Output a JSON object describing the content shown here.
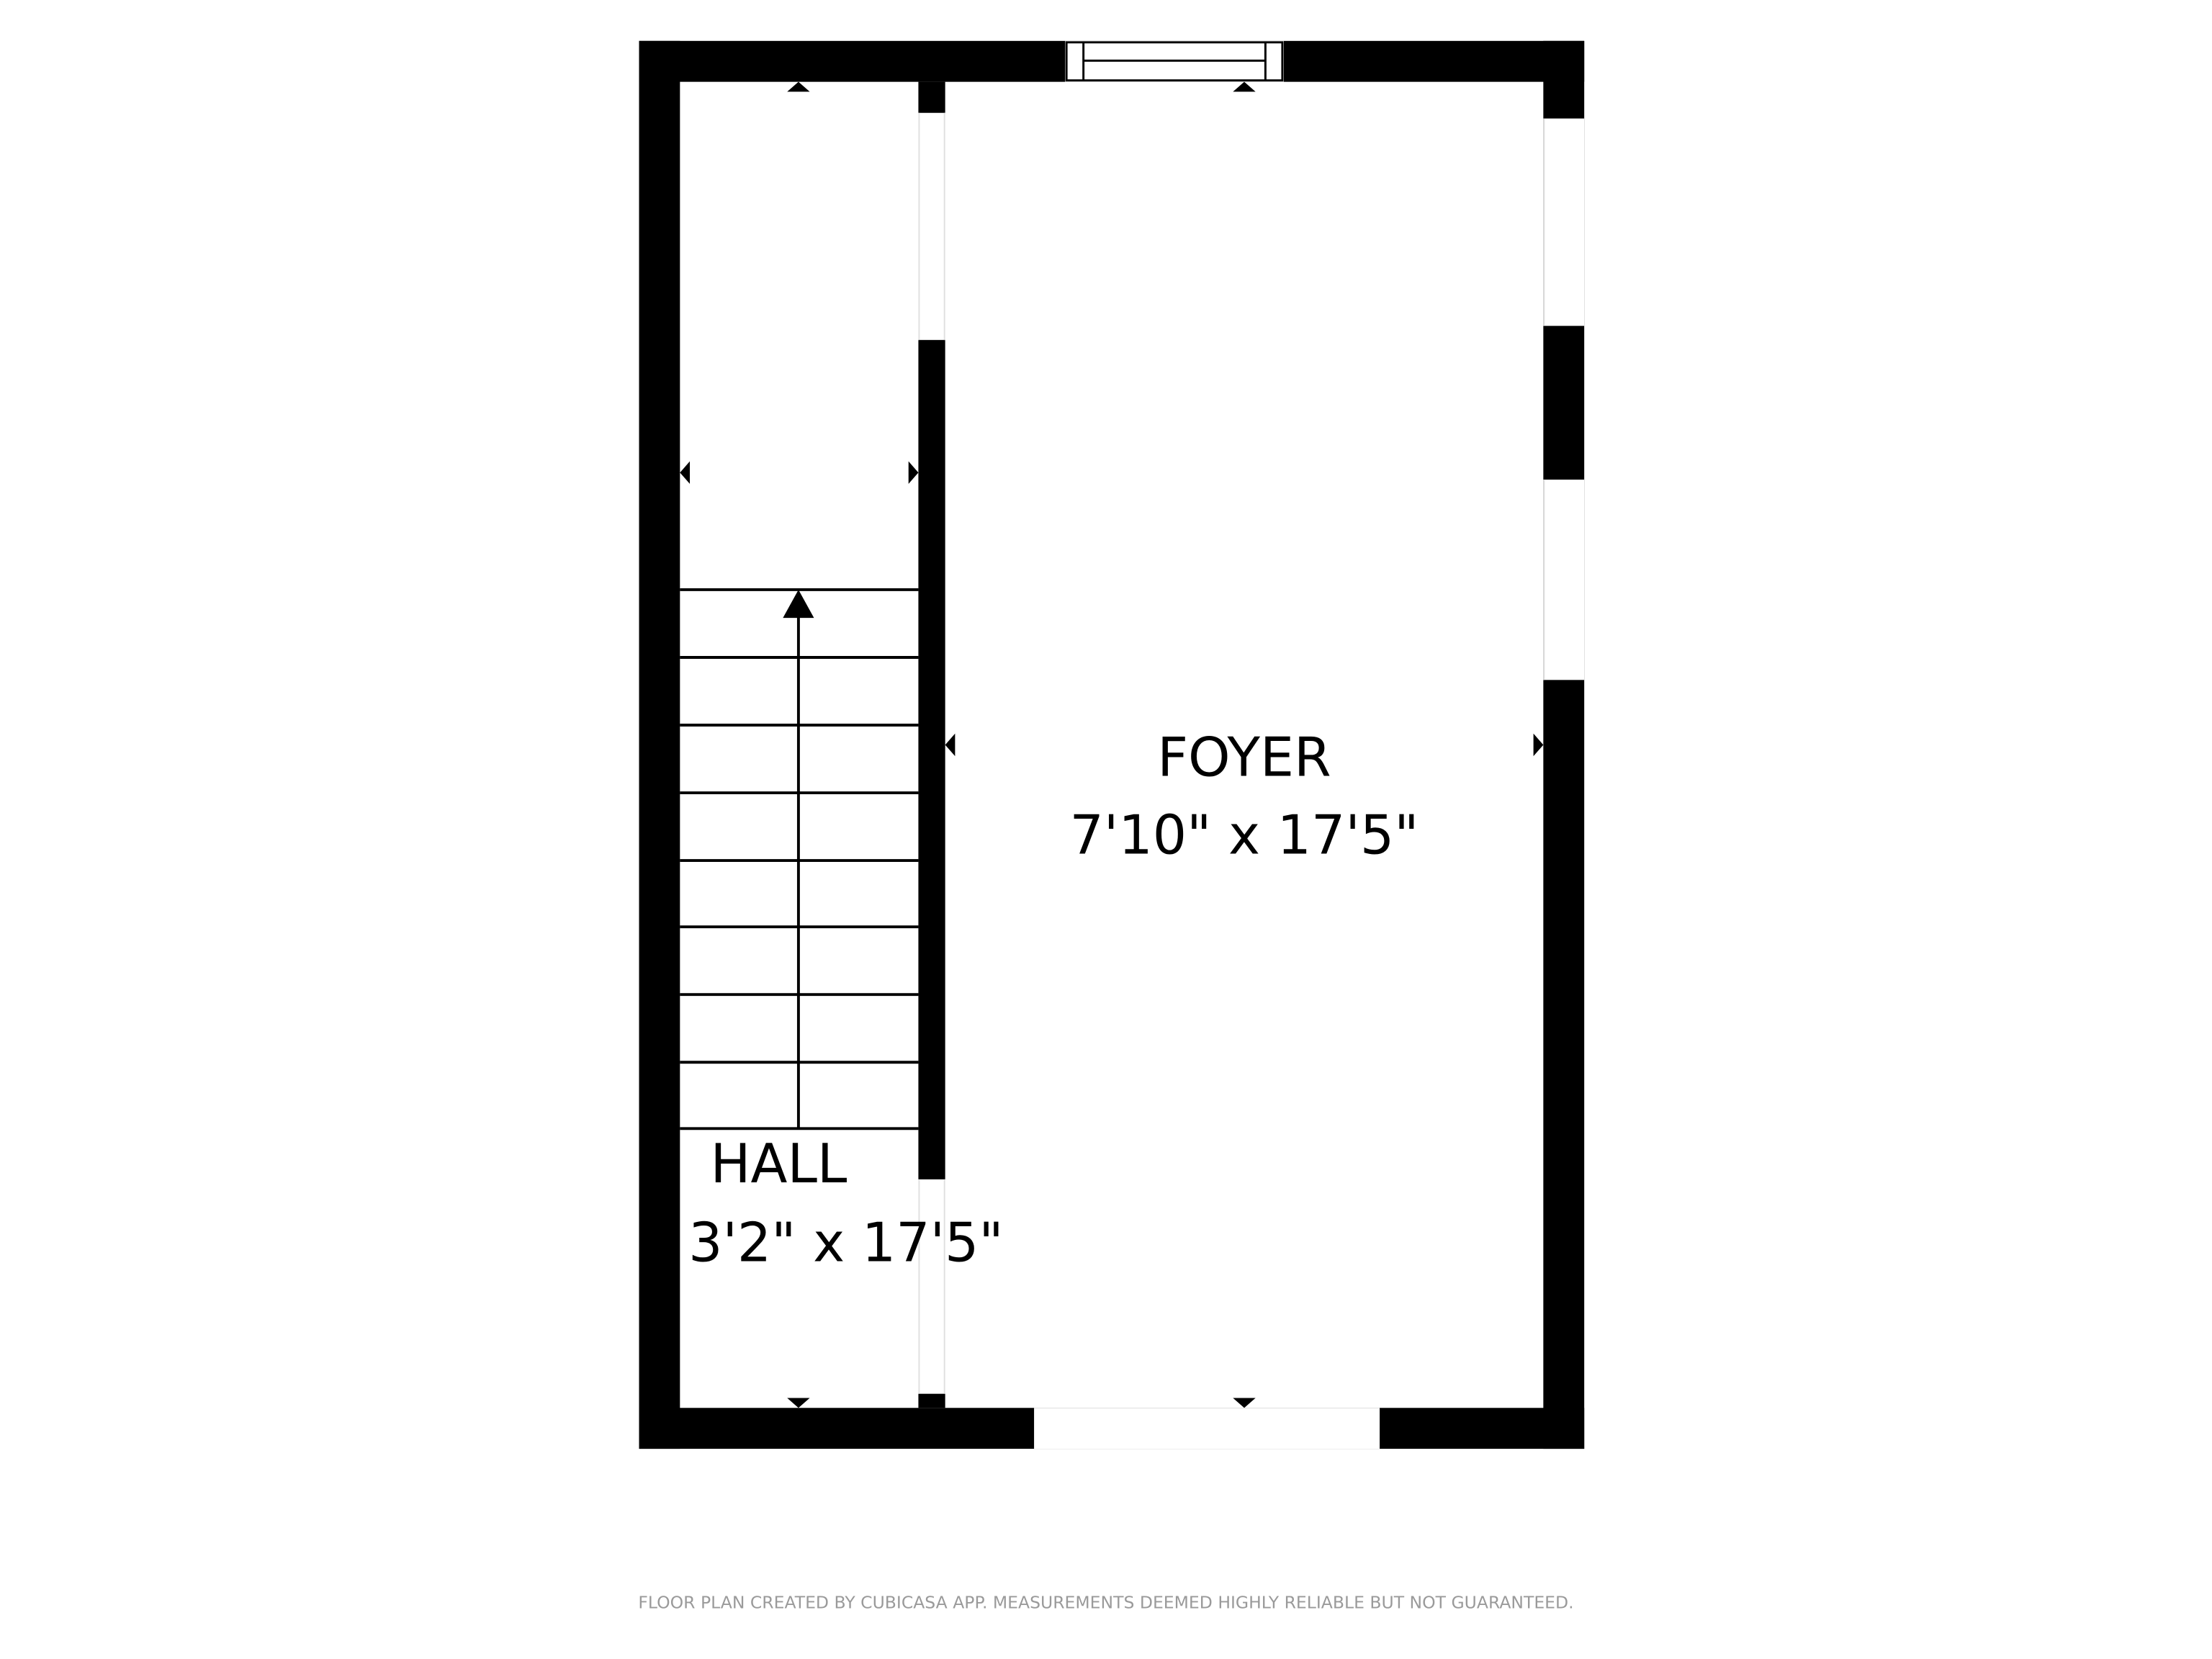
{
  "rooms": [
    {
      "name": "FOYER",
      "dimensions": "7'10\" x 17'5\""
    },
    {
      "name": "HALL",
      "dimensions": "3'2\" x 17'5\""
    }
  ],
  "footer": "FLOOR PLAN CREATED BY CUBICASA APP. MEASUREMENTS DEEMED HIGHLY RELIABLE BUT NOT GUARANTEED.",
  "colors": {
    "wall": "#000000",
    "footer_text": "#9a9a9a",
    "background": "#ffffff"
  }
}
